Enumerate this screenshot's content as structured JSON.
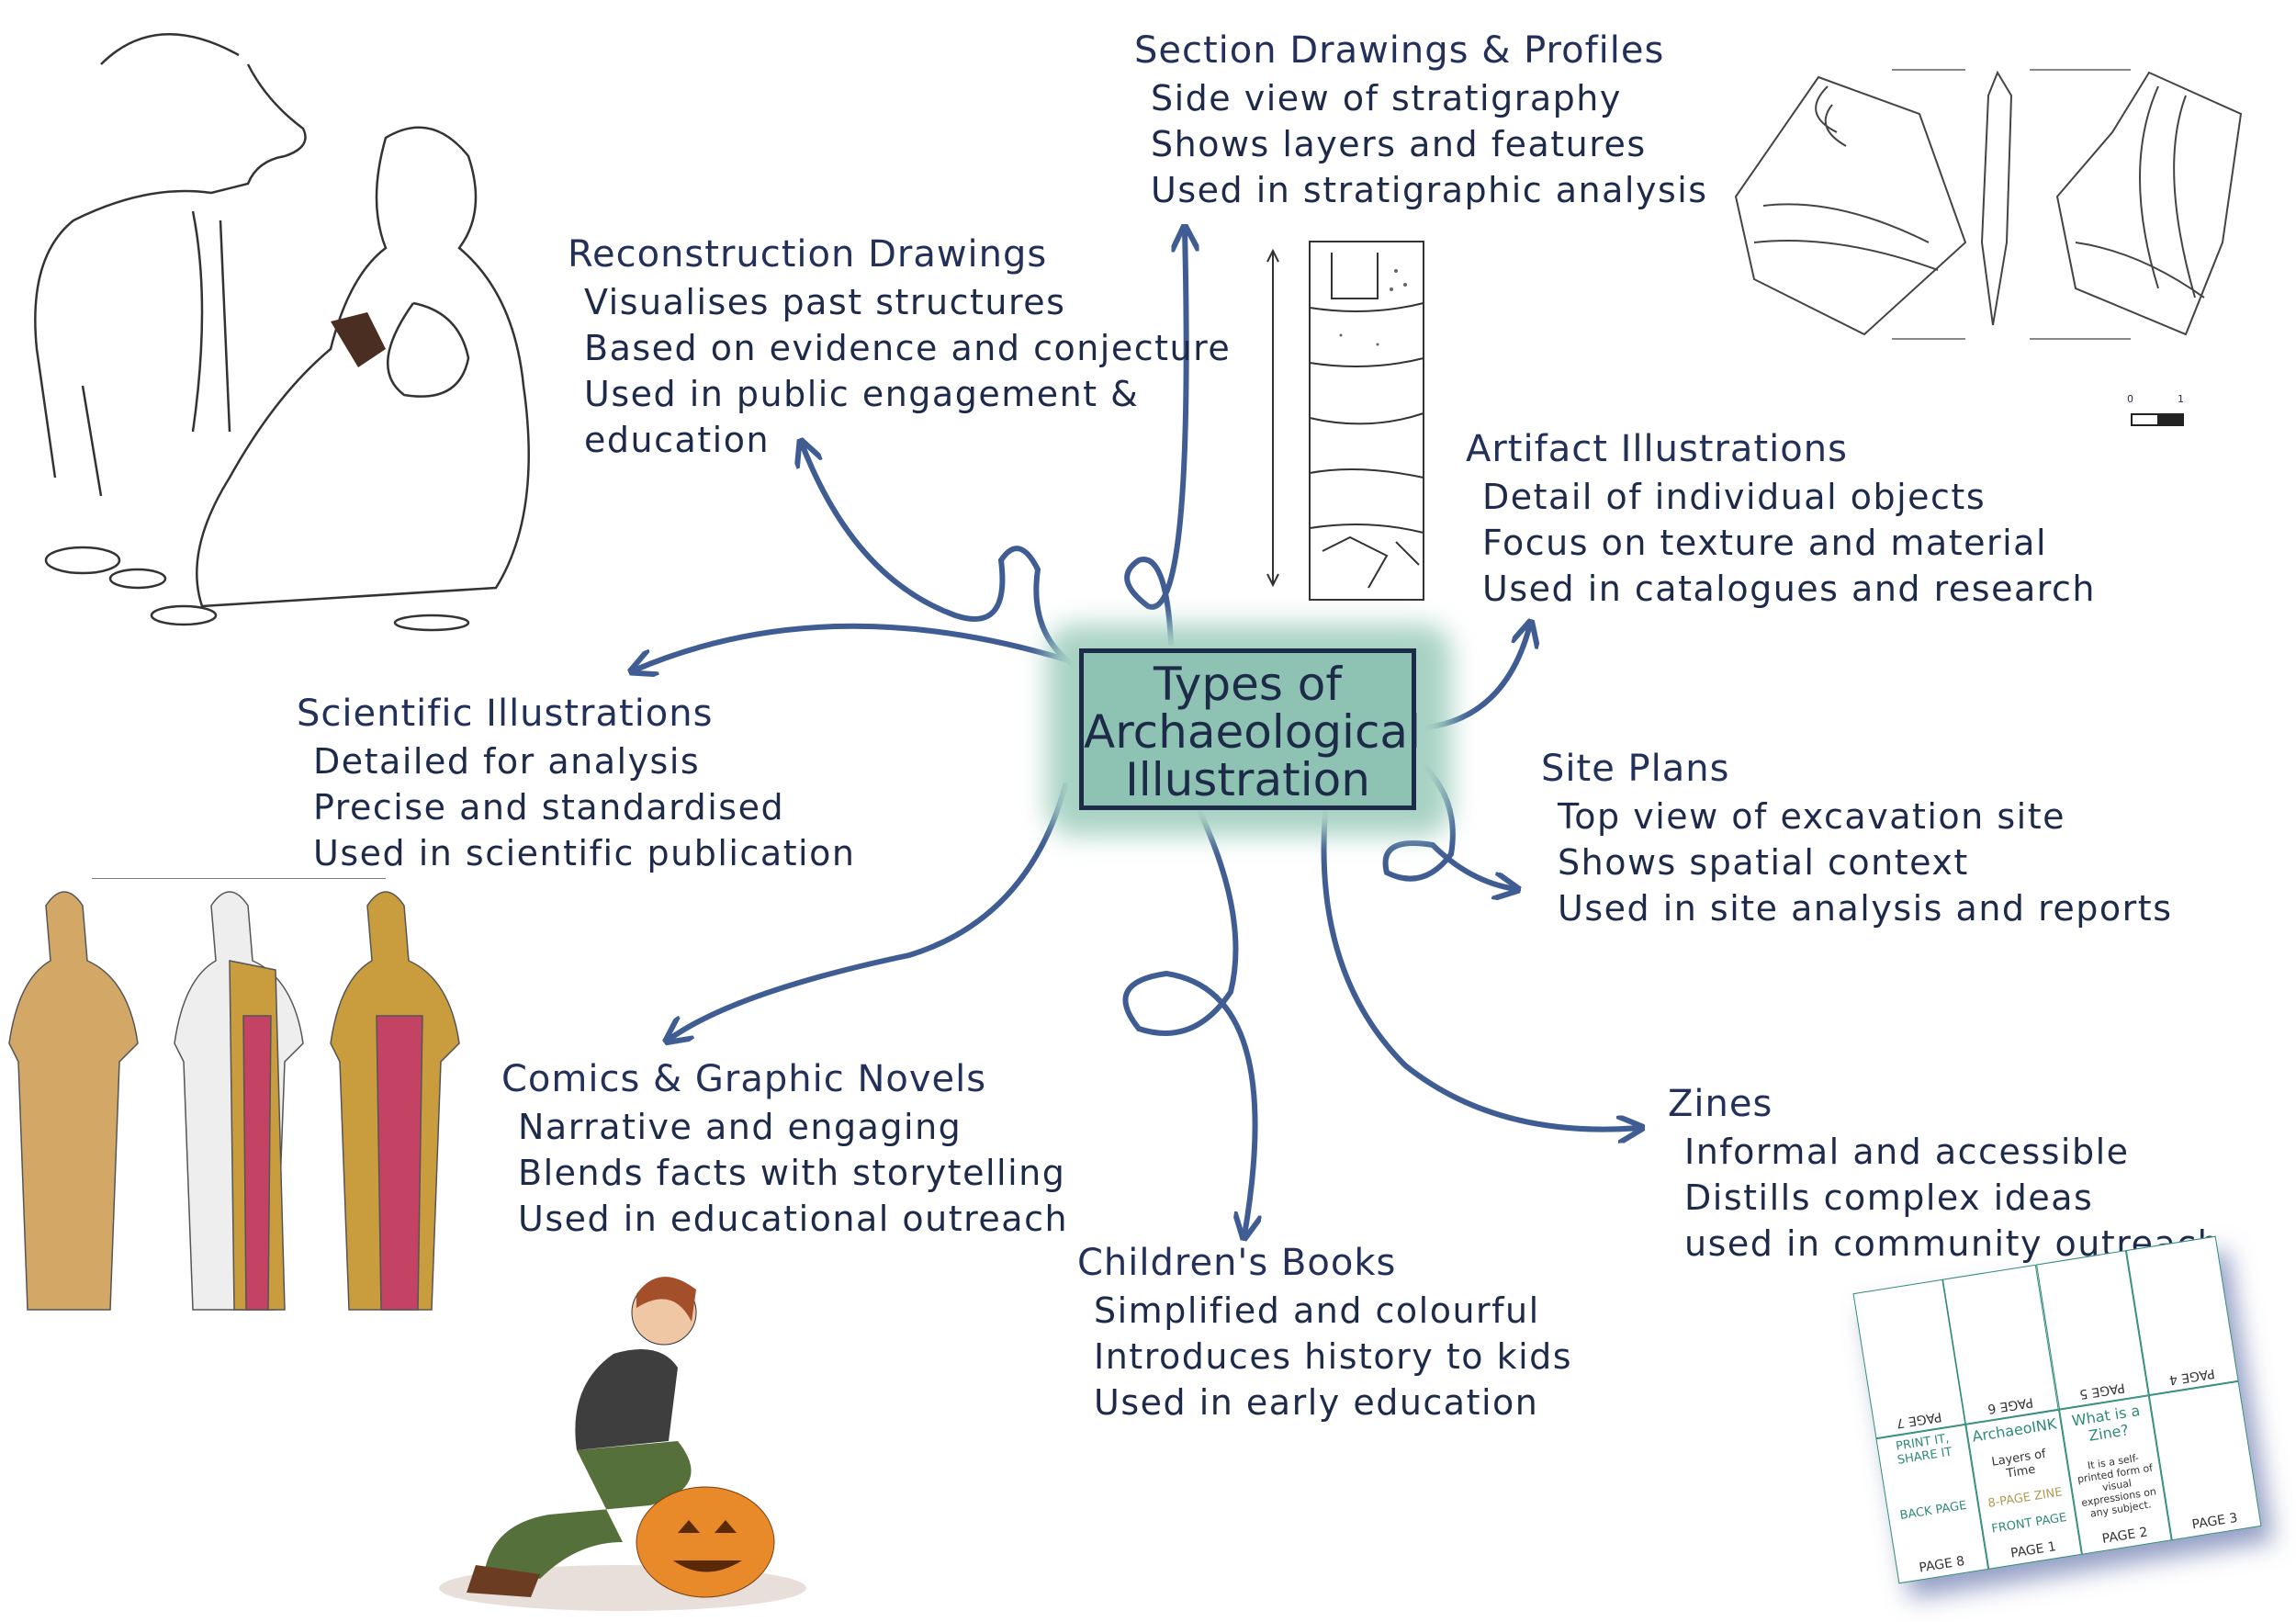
{
  "center": {
    "line1": "Types of",
    "line2": "Archaeological",
    "line3": "Illustration"
  },
  "colors": {
    "box_fill": "#eee4a4",
    "center_fill": "#8ec3b4",
    "arrow": "#3f5d93",
    "ink": "#1e2a4a"
  },
  "branches": {
    "section": {
      "title": "Section Drawings & Profiles",
      "lines": [
        "Side view of stratigraphy",
        "Shows layers and features",
        "Used in stratigraphic analysis"
      ]
    },
    "reconstruction": {
      "title": "Reconstruction Drawings",
      "lines": [
        "Visualises past structures",
        "Based on evidence and conjecture",
        "Used in public engagement &",
        "education"
      ]
    },
    "artifact": {
      "title": "Artifact Illustrations",
      "lines": [
        "Detail of individual objects",
        "Focus on texture and material",
        "Used in catalogues and research"
      ]
    },
    "scientific": {
      "title": "Scientific Illustrations",
      "lines": [
        "Detailed for analysis",
        "Precise and standardised",
        "Used in scientific publication"
      ]
    },
    "site": {
      "title": "Site Plans",
      "lines": [
        "Top view of excavation site",
        "Shows spatial context",
        "Used in site analysis and reports"
      ]
    },
    "comics": {
      "title": "Comics & Graphic Novels",
      "lines": [
        "Narrative and engaging",
        "Blends facts with storytelling",
        "Used in educational outreach"
      ]
    },
    "children": {
      "title": "Children's Books",
      "lines": [
        "Simplified and colourful",
        "Introduces history to kids",
        "Used in early education"
      ]
    },
    "zines": {
      "title": "Zines",
      "lines": [
        "Informal and accessible",
        "Distills complex ideas",
        "used in community outreach"
      ]
    }
  },
  "scale_bar": {
    "start": "0",
    "end": "1"
  },
  "zine_sheet": {
    "page7": "PAGE 7",
    "page6": "PAGE 6",
    "page5": "PAGE 5",
    "page4": "PAGE 4",
    "back_title": "PRINT IT, SHARE IT",
    "back_label": "BACK PAGE",
    "page8": "PAGE 8",
    "brand": "ArchaeoINK",
    "subtitle": "Layers of Time",
    "zine_type": "8-PAGE ZINE",
    "front_label": "FRONT PAGE",
    "page1": "PAGE 1",
    "what_title": "What is a Zine?",
    "what_text": "It is a self-printed form of visual expressions on any subject.",
    "page2": "PAGE 2",
    "page3": "PAGE 3"
  }
}
